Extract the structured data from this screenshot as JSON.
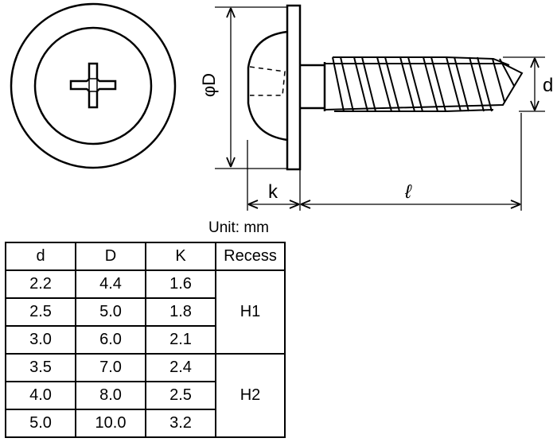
{
  "diagram": {
    "dimension_labels": {
      "head_diameter": "φD",
      "head_height": "k",
      "length": "ℓ",
      "thread_diameter": "d"
    }
  },
  "table": {
    "unit": "Unit: mm",
    "headers": [
      "d",
      "D",
      "K",
      "Recess"
    ],
    "rows": [
      [
        "2.2",
        "4.4",
        "1.6"
      ],
      [
        "2.5",
        "5.0",
        "1.8"
      ],
      [
        "3.0",
        "6.0",
        "2.1"
      ],
      [
        "3.5",
        "7.0",
        "2.4"
      ],
      [
        "4.0",
        "8.0",
        "2.5"
      ],
      [
        "5.0",
        "10.0",
        "3.2"
      ]
    ],
    "recess_groups": [
      "H1",
      "H2"
    ]
  }
}
